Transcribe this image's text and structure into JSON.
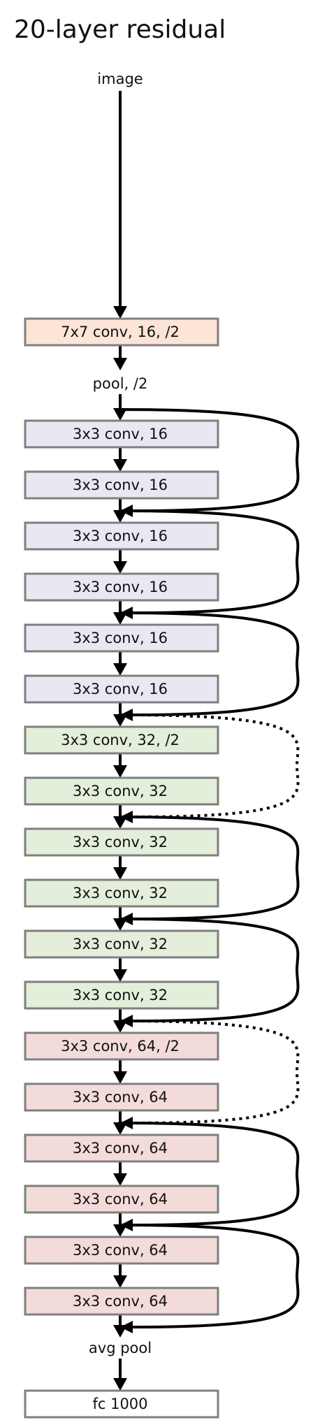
{
  "title": "20-layer residual",
  "input_label": "image",
  "colors": {
    "stem": "#fce4d6",
    "stage16": "#e9e7f1",
    "stage32": "#e3eedb",
    "stage64": "#f2dbd9",
    "fc": "#ffffff",
    "border": "#7f7f7f",
    "arrow": "#000000"
  },
  "layers": [
    {
      "label": "7x7 conv, 16, /2",
      "color": "stem"
    },
    {
      "label": "pool, /2",
      "kind": "text"
    },
    {
      "label": "3x3 conv, 16",
      "color": "stage16"
    },
    {
      "label": "3x3 conv, 16",
      "color": "stage16"
    },
    {
      "label": "3x3 conv, 16",
      "color": "stage16"
    },
    {
      "label": "3x3 conv, 16",
      "color": "stage16"
    },
    {
      "label": "3x3 conv, 16",
      "color": "stage16"
    },
    {
      "label": "3x3 conv, 16",
      "color": "stage16"
    },
    {
      "label": "3x3 conv, 32, /2",
      "color": "stage32"
    },
    {
      "label": "3x3 conv, 32",
      "color": "stage32"
    },
    {
      "label": "3x3 conv, 32",
      "color": "stage32"
    },
    {
      "label": "3x3 conv, 32",
      "color": "stage32"
    },
    {
      "label": "3x3 conv, 32",
      "color": "stage32"
    },
    {
      "label": "3x3 conv, 32",
      "color": "stage32"
    },
    {
      "label": "3x3 conv, 64, /2",
      "color": "stage64"
    },
    {
      "label": "3x3 conv, 64",
      "color": "stage64"
    },
    {
      "label": "3x3 conv, 64",
      "color": "stage64"
    },
    {
      "label": "3x3 conv, 64",
      "color": "stage64"
    },
    {
      "label": "3x3 conv, 64",
      "color": "stage64"
    },
    {
      "label": "3x3 conv, 64",
      "color": "stage64"
    },
    {
      "label": "avg pool",
      "kind": "text"
    },
    {
      "label": "fc 1000",
      "color": "fc"
    }
  ],
  "skip_connections": [
    {
      "from_block": 0,
      "to_block": 1,
      "style": "solid"
    },
    {
      "from_block": 2,
      "to_block": 3,
      "style": "solid"
    },
    {
      "from_block": 4,
      "to_block": 5,
      "style": "solid"
    },
    {
      "from_block": 6,
      "to_block": 7,
      "style": "dashed"
    },
    {
      "from_block": 8,
      "to_block": 9,
      "style": "solid"
    },
    {
      "from_block": 10,
      "to_block": 11,
      "style": "solid"
    },
    {
      "from_block": 12,
      "to_block": 13,
      "style": "dashed"
    },
    {
      "from_block": 14,
      "to_block": 15,
      "style": "solid"
    },
    {
      "from_block": 16,
      "to_block": 17,
      "style": "solid"
    }
  ]
}
